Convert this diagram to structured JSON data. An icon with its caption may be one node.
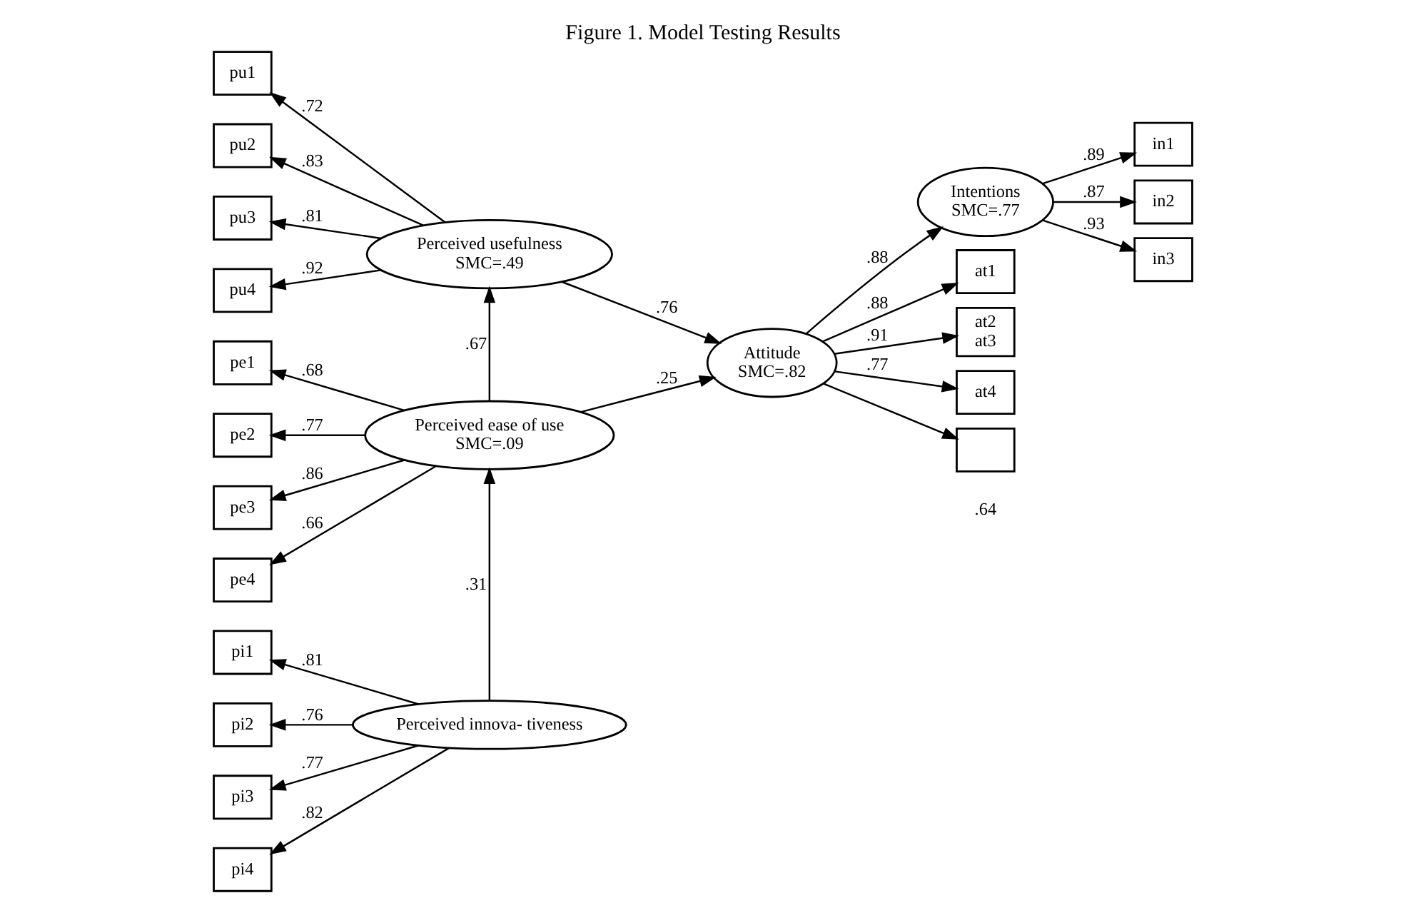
{
  "diagram": {
    "title": "Figure 1. Model Testing Results",
    "nodes": [
      {
        "text": [
          "pu1"
        ]
      },
      {
        "text": [
          "pu2"
        ]
      },
      {
        "text": [
          "pu3"
        ]
      },
      {
        "text": [
          "pu4"
        ]
      },
      {
        "text": [
          "Perceived usefulness",
          "SMC=.49"
        ]
      },
      {
        "text": [
          "pe1"
        ]
      },
      {
        "text": [
          "pe2"
        ]
      },
      {
        "text": [
          "pe3"
        ]
      },
      {
        "text": [
          "pe4"
        ]
      },
      {
        "text": [
          "Perceived ease of use",
          "SMC=.09"
        ]
      },
      {
        "text": [
          "pi1"
        ]
      },
      {
        "text": [
          "pi2"
        ]
      },
      {
        "text": [
          "pi3"
        ]
      },
      {
        "text": [
          "pi4"
        ]
      },
      {
        "text": [
          "Perceived innova- tiveness"
        ]
      },
      {
        "text": [
          "Attitude",
          "SMC=.82"
        ]
      },
      {
        "text": [
          "Intentions",
          "SMC=.77"
        ]
      },
      {
        "text": [
          "in1"
        ]
      },
      {
        "text": [
          "in2"
        ]
      },
      {
        "text": [
          "in3"
        ]
      },
      {
        "text": [
          "at1"
        ]
      },
      {
        "text": [
          "at2",
          "at3"
        ]
      },
      {
        "text": [
          "at4"
        ]
      },
      {
        "text": [],
        "shape": "box"
      }
    ],
    "edges": [
      {
        "from": 4,
        "to": 0,
        "arrow": "to",
        "label": ".72"
      },
      {
        "from": 4,
        "to": 1,
        "arrow": "to",
        "label": ".83"
      },
      {
        "from": 4,
        "to": 2,
        "arrow": "to",
        "label": ".81"
      },
      {
        "from": 4,
        "to": 3,
        "arrow": "to",
        "label": ".92"
      },
      {
        "from": 9,
        "to": 5,
        "arrow": "to",
        "label": ".68"
      },
      {
        "from": 9,
        "to": 6,
        "arrow": "to",
        "label": ".77"
      },
      {
        "from": 9,
        "to": 7,
        "arrow": "to",
        "label": ".86"
      },
      {
        "from": 9,
        "to": 8,
        "arrow": "to",
        "label": ".66"
      },
      {
        "from": 9,
        "to": 4,
        "arrow": "to",
        "label": ".67"
      },
      {
        "from": 14,
        "to": 10,
        "arrow": "to",
        "label": ".81"
      },
      {
        "from": 14,
        "to": 11,
        "arrow": "to",
        "label": ".76"
      },
      {
        "from": 14,
        "to": 12,
        "arrow": "to",
        "label": ".77"
      },
      {
        "from": 14,
        "to": 13,
        "arrow": "to",
        "label": ".82"
      },
      {
        "from": 14,
        "to": 9,
        "arrow": "to",
        "label": ".31"
      },
      {
        "from": 4,
        "to": 15,
        "arrow": "to",
        "label": ".76"
      },
      {
        "from": 9,
        "to": 15,
        "arrow": "to",
        "label": ".25"
      },
      {
        "from": 15,
        "to": 16,
        "arrow": "to",
        "label": ".88"
      },
      {
        "from": 16,
        "to": 17,
        "arrow": "to",
        "label": ".89"
      },
      {
        "from": 16,
        "to": 18,
        "arrow": "to",
        "label": ".87"
      },
      {
        "from": 16,
        "to": 19,
        "arrow": "to",
        "label": ".93"
      },
      {
        "from": 15,
        "to": 20,
        "arrow": "to",
        "label": ".88"
      },
      {
        "from": 15,
        "to": 21,
        "arrow": "to",
        "label": ".91"
      },
      {
        "from": 15,
        "to": 22,
        "arrow": "to",
        "label": ".77"
      },
      {
        "from": 15,
        "to": 23,
        "arrow": "to"
      }
    ],
    "labels": [
      ".64"
    ]
  }
}
